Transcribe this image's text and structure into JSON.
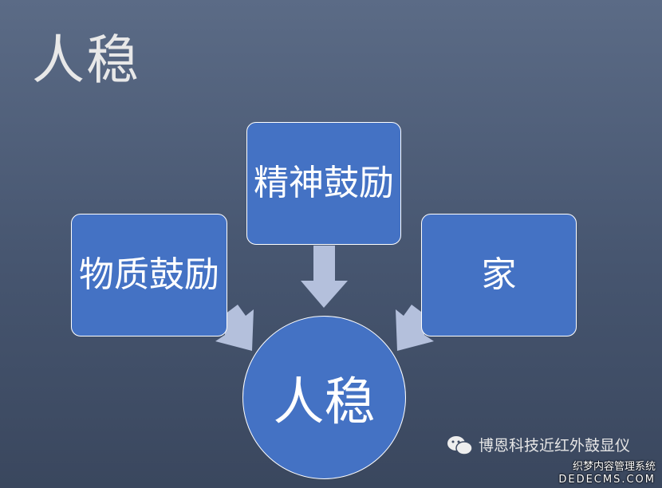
{
  "slide": {
    "title": "人稳"
  },
  "diagram": {
    "boxes": [
      {
        "label": "物质鼓励"
      },
      {
        "label": "精神鼓励"
      },
      {
        "label": "家"
      }
    ],
    "center": {
      "label": "人稳"
    },
    "colors": {
      "box": "#4472c4",
      "arrow": "#b4c0dc",
      "border": "#ffffff"
    }
  },
  "watermark": {
    "account": "博恩科技近红外鼓显仪",
    "icon": "wechat-icon",
    "site_cn": "织梦内容管理系统",
    "site_en": "DEDECMS.COM"
  }
}
